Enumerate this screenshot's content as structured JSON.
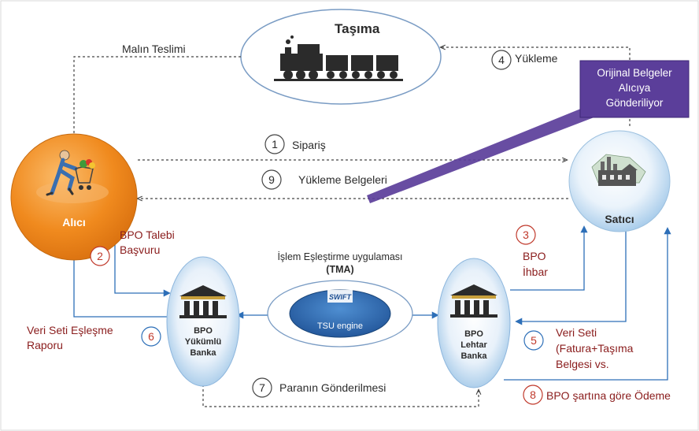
{
  "transport": {
    "title": "Taşıma"
  },
  "labels": {
    "mal_teslimi": "Malın Teslimi",
    "yukleme": "Yükleme",
    "siparis": "Sipariş",
    "yukleme_belgeleri": "Yükleme Belgeleri",
    "bpo_talebi_line1": "BPO Talebi",
    "bpo_talebi_line2": "Başvuru",
    "bpo_ihbar_line1": "BPO",
    "bpo_ihbar_line2": "İhbar",
    "veri_seti_line1": "Veri Seti",
    "veri_seti_line2": "(Fatura+Taşıma",
    "veri_seti_line3": "Belgesi vs.",
    "rapor_line1": "Veri Seti Eşleşme",
    "rapor_line2": "Raporu",
    "paranin_gonderilmesi": "Paranın Gönderilmesi",
    "odeme": "BPO şartına göre Ödeme",
    "tma_line1": "İşlem Eşleştirme uygulaması",
    "tma_line2": "(TMA)"
  },
  "steps": {
    "s1": "1",
    "s2": "2",
    "s3": "3",
    "s4": "4",
    "s5": "5",
    "s6": "6",
    "s7": "7",
    "s8": "8",
    "s9": "9"
  },
  "callout": {
    "line1": "Orijinal Belgeler",
    "line2": "Alıcıya",
    "line3": "Gönderiliyor"
  },
  "nodes": {
    "alici": "Alıcı",
    "satici": "Satıcı",
    "yukumlu_line1": "BPO",
    "yukumlu_line2": "Yükümlü",
    "yukumlu_line3": "Banka",
    "lehtar_line1": "BPO",
    "lehtar_line2": "Lehtar",
    "lehtar_line3": "Banka",
    "swift": "SWIFT",
    "engine": "TSU engine"
  },
  "colors": {
    "orange": "#f08a1e",
    "blue": "#2d6fb8",
    "purple": "#5b3e9a",
    "dark_red": "#8a1c1c",
    "step_red": "#c0392b"
  },
  "icons": [
    "train-icon",
    "shopper-cart-icon",
    "factory-icon",
    "bank-building-icon",
    "swift-logo-icon"
  ]
}
